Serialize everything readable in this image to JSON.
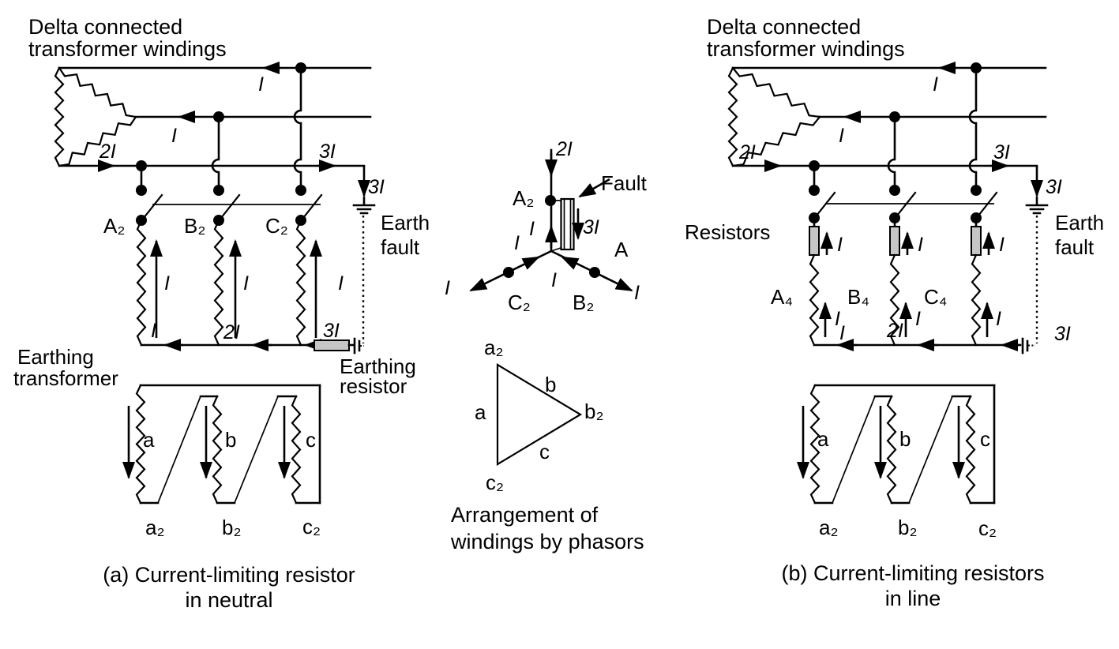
{
  "diagram_a": {
    "title_line1": "Delta connected",
    "title_line2": "transformer windings",
    "currents": {
      "top": "I",
      "middle": "I",
      "delta_out": "2I",
      "line_out": "3I",
      "fault_drop": "3I"
    },
    "earth_fault_line1": "Earth",
    "earth_fault_line2": "fault",
    "phases": [
      "A₂",
      "B₂",
      "C₂"
    ],
    "winding_currents": [
      "I",
      "I",
      "I"
    ],
    "neutral_bus_currents": [
      "I",
      "2I",
      "3I"
    ],
    "earthing_transformer_line1": "Earthing",
    "earthing_transformer_line2": "transformer",
    "earthing_resistor_line1": "Earthing",
    "earthing_resistor_line2": "resistor",
    "secondary_windings": [
      "a",
      "b",
      "c"
    ],
    "secondary_terminals": [
      "a₂",
      "b₂",
      "c₂"
    ],
    "caption_line1": "(a) Current-limiting resistor",
    "caption_line2": "in neutral"
  },
  "phasor_panel": {
    "star": {
      "input_current": "2I",
      "fault_label": "Fault",
      "terminal_a": "A₂",
      "terminal_b": "B₂",
      "terminal_c": "C₂",
      "winding_label": "A",
      "fault_current": "3I",
      "up_current": "I",
      "branch_c_current": "I",
      "branch_b_current": "I",
      "out_c_current": "I",
      "out_b_current": "I"
    },
    "triangle": {
      "terminal_a": "a₂",
      "terminal_b": "b₂",
      "terminal_c": "c₂",
      "side_a": "a",
      "side_b": "b",
      "side_c": "c"
    },
    "caption_line1": "Arrangement of",
    "caption_line2": "windings by phasors"
  },
  "diagram_b": {
    "title_line1": "Delta connected",
    "title_line2": "transformer windings",
    "resistors_label": "Resistors",
    "currents": {
      "top": "I",
      "middle": "I",
      "delta_out": "2I",
      "line_out": "3I",
      "fault_drop": "3I"
    },
    "earth_fault_line1": "Earth",
    "earth_fault_line2": "fault",
    "phases": [
      "A₄",
      "B₄",
      "C₄"
    ],
    "resistor_currents": [
      "I",
      "I",
      "I"
    ],
    "winding_currents": [
      "I",
      "I",
      "I"
    ],
    "neutral_bus_currents": [
      "I",
      "2I",
      "3I"
    ],
    "secondary_windings": [
      "a",
      "b",
      "c"
    ],
    "secondary_terminals": [
      "a₂",
      "b₂",
      "c₂"
    ],
    "caption_line1": "(b) Current-limiting resistors",
    "caption_line2": "in line"
  }
}
